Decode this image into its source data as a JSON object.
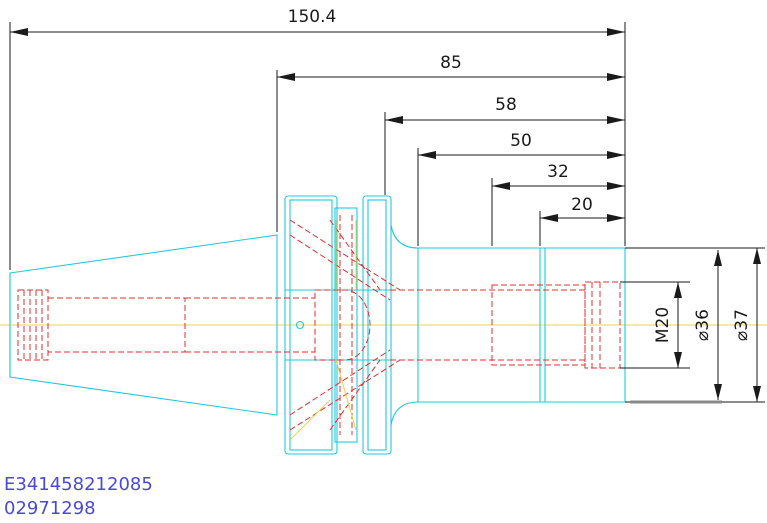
{
  "drawing": {
    "dimensions": {
      "overall_length": "150.4",
      "flange_to_end": "85",
      "collar_to_end": "58",
      "body_to_end": "50",
      "bore_depth": "32",
      "thread_depth": "20",
      "thread": "M20",
      "bore_diameter": "⌀36",
      "outer_diameter": "⌀37"
    },
    "part": {
      "code": "E341458212085",
      "number": "02971298"
    },
    "colors": {
      "outline": "#22c8e0",
      "hidden": "#e03030",
      "centerline": "#e8d640",
      "dimension": "#1a1a1a",
      "part_text": "#4a4ad8"
    }
  }
}
